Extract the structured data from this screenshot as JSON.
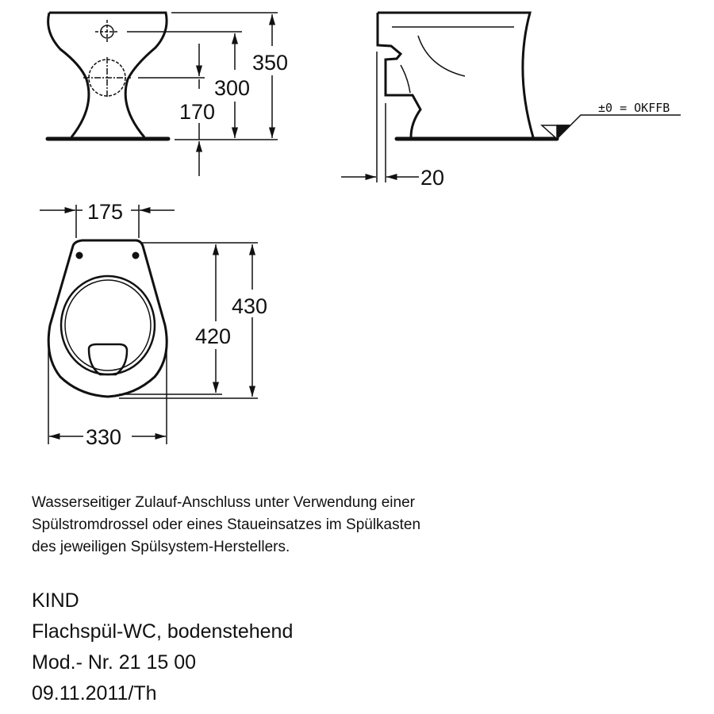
{
  "drawing": {
    "front_view": {
      "dim_350": "350",
      "dim_300": "300",
      "dim_170": "170"
    },
    "side_view": {
      "dim_20": "20",
      "floor_label": "±0 = OKFFB"
    },
    "top_view": {
      "dim_175": "175",
      "dim_430": "430",
      "dim_420": "420",
      "dim_330": "330"
    }
  },
  "note": {
    "lines": [
      "Wasserseitiger Zulauf-Anschluss unter Verwendung einer",
      "Spülstromdrossel oder eines Staueinsatzes im Spülkasten",
      "des jeweiligen Spülsystem-Herstellers."
    ]
  },
  "product": {
    "series": "KIND",
    "description": "Flachspül-WC, bodenstehend",
    "model": "Mod.- Nr. 21 15 00",
    "date": "09.11.2011/Th"
  }
}
